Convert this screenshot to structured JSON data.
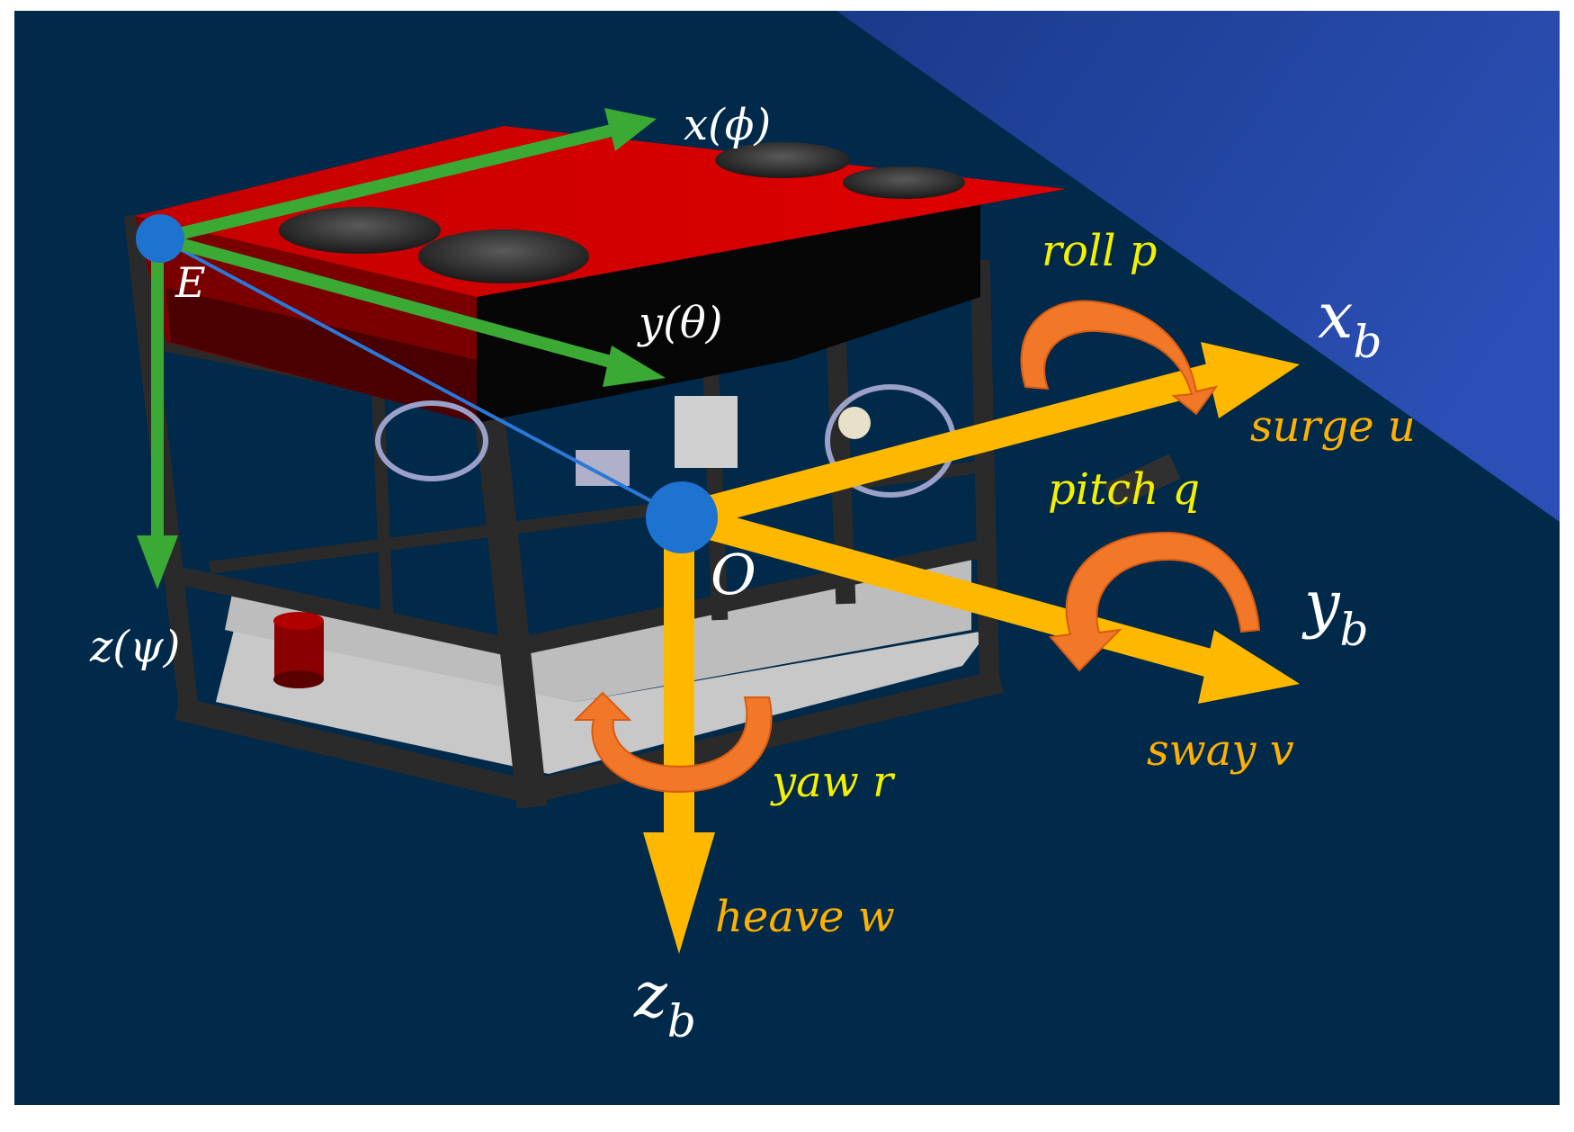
{
  "colors": {
    "background": "#00294a",
    "water_band": "#2340a0",
    "earth_frame": "#3aaa35",
    "body_frame": "#ffb800",
    "rotation_arrow": "#f07828",
    "motion_label_yellow": "#f5f000",
    "motion_label_orange": "#ffb000",
    "point": "#1e72d0",
    "vehicle_top": "#d40000",
    "vehicle_body": "#050505",
    "vehicle_floor": "#c9c9c9"
  },
  "earth_frame": {
    "origin_label": "E",
    "x_axis_label": "x(ϕ)",
    "y_axis_label": "y(θ)",
    "z_axis_label": "z(ψ)"
  },
  "body_frame": {
    "origin_label": "O",
    "x_axis": {
      "base": "x",
      "sub": "b"
    },
    "y_axis": {
      "base": "y",
      "sub": "b"
    },
    "z_axis": {
      "base": "z",
      "sub": "b"
    }
  },
  "motions": {
    "roll": "roll p",
    "surge": "surge u",
    "pitch": "pitch q",
    "sway": "sway v",
    "yaw": "yaw r",
    "heave": "heave w"
  }
}
